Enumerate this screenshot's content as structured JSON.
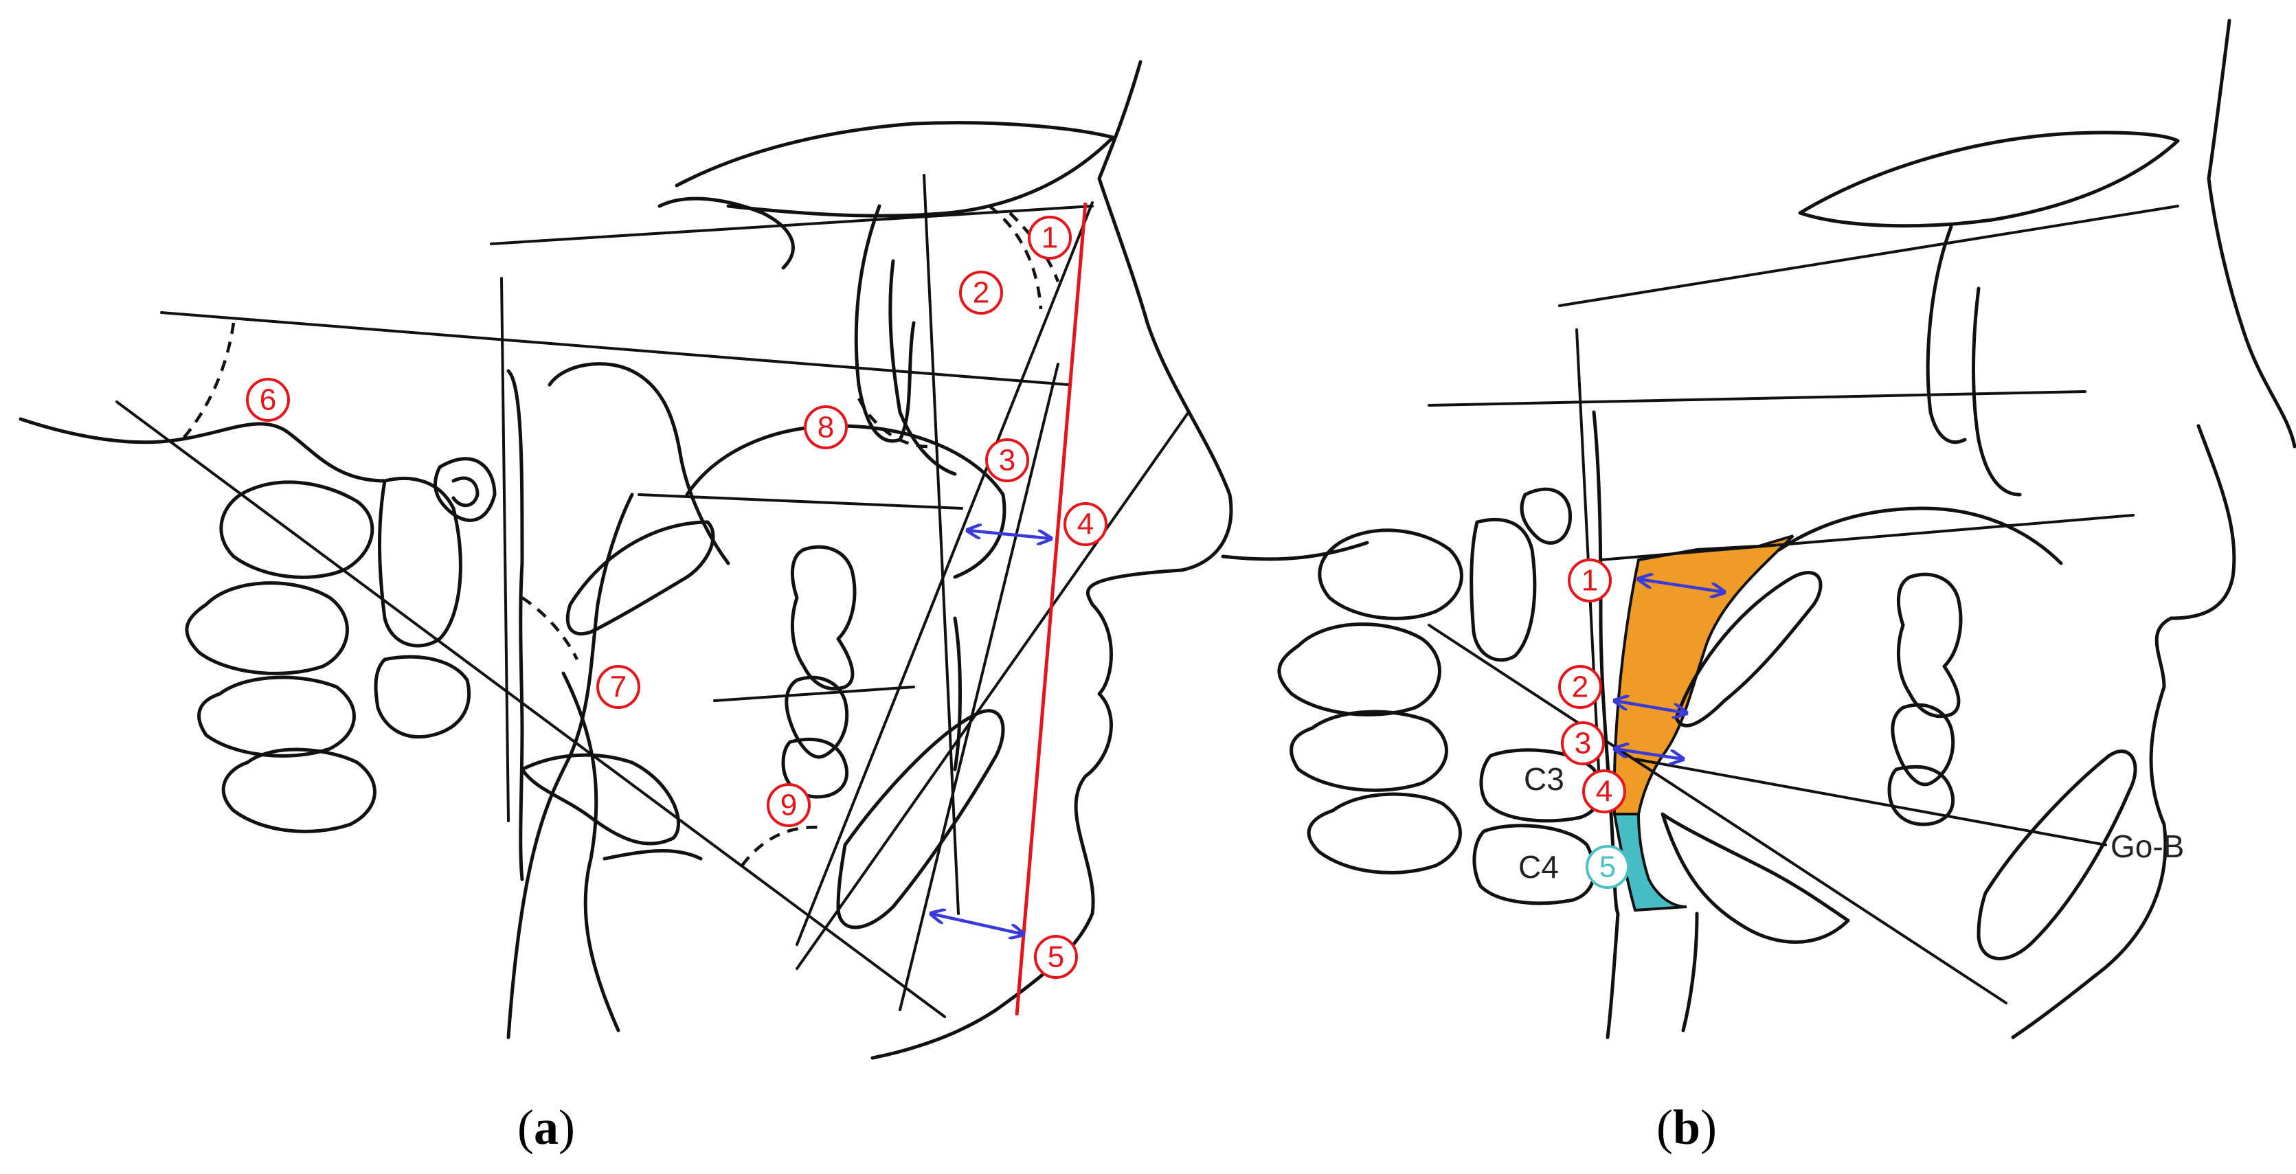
{
  "colors": {
    "outline": "#111111",
    "reference_line": "#e3161b",
    "measure_arrow": "#3a3ad9",
    "marker_red": "#e3161b",
    "marker_teal": "#4fc0c3",
    "airway_upper_fill": "#ee9b27",
    "airway_lower_fill": "#46bcc4"
  },
  "panel_a": {
    "markers": [
      "1",
      "2",
      "3",
      "4",
      "5",
      "6",
      "7",
      "8",
      "9"
    ],
    "caption_open": "(",
    "caption_letter": "a",
    "caption_close": ")"
  },
  "panel_b": {
    "markers_red": [
      "1",
      "2",
      "3",
      "4"
    ],
    "marker_teal": "5",
    "vertebra_labels": [
      "C3",
      "C4"
    ],
    "line_label": "Go-B",
    "caption_open": "(",
    "caption_letter": "b",
    "caption_close": ")"
  }
}
